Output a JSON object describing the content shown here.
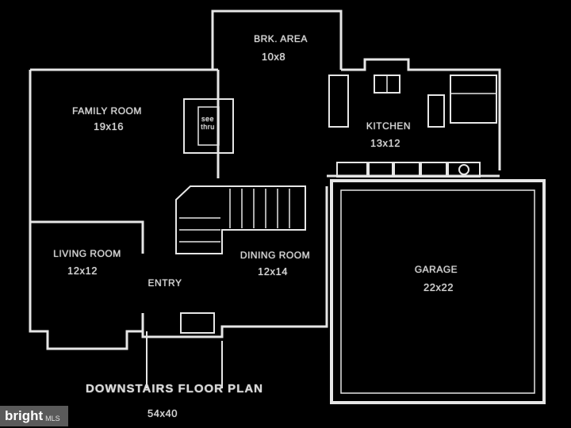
{
  "rooms": {
    "breakfast_area": {
      "name": "BRK. AREA",
      "size": "10x8"
    },
    "family_room": {
      "name": "FAMILY ROOM",
      "size": "19x16"
    },
    "kitchen": {
      "name": "KITCHEN",
      "size": "13x12"
    },
    "living_room": {
      "name": "LIVING ROOM",
      "size": "12x12"
    },
    "entry": {
      "name": "ENTRY"
    },
    "dining_room": {
      "name": "DINING ROOM",
      "size": "12x14"
    },
    "garage": {
      "name": "GARAGE",
      "size": "22x22"
    }
  },
  "fireplace_label": "see thru",
  "plan": {
    "title": "DOWNSTAIRS FLOOR PLAN",
    "dimensions": "54x40"
  },
  "watermark": {
    "brand": "bright",
    "suffix": "MLS"
  },
  "colors": {
    "background": "#000000",
    "lines": "#e6e6e6"
  }
}
